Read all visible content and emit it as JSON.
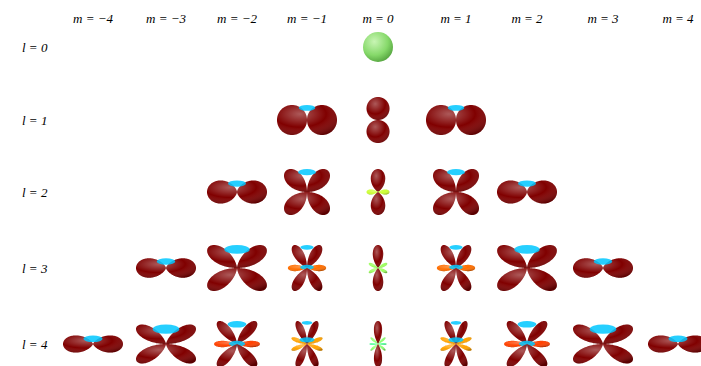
{
  "diagram": {
    "labels": [
      "m = −4",
      "m = −3",
      "m = −2",
      "m = −1",
      "m = 0",
      "m = 1",
      "m = 2",
      "m = 3",
      "m = 4",
      "l = 0",
      "l = 1",
      "l = 2",
      "l = 3",
      "l = 4"
    ]
  }
}
